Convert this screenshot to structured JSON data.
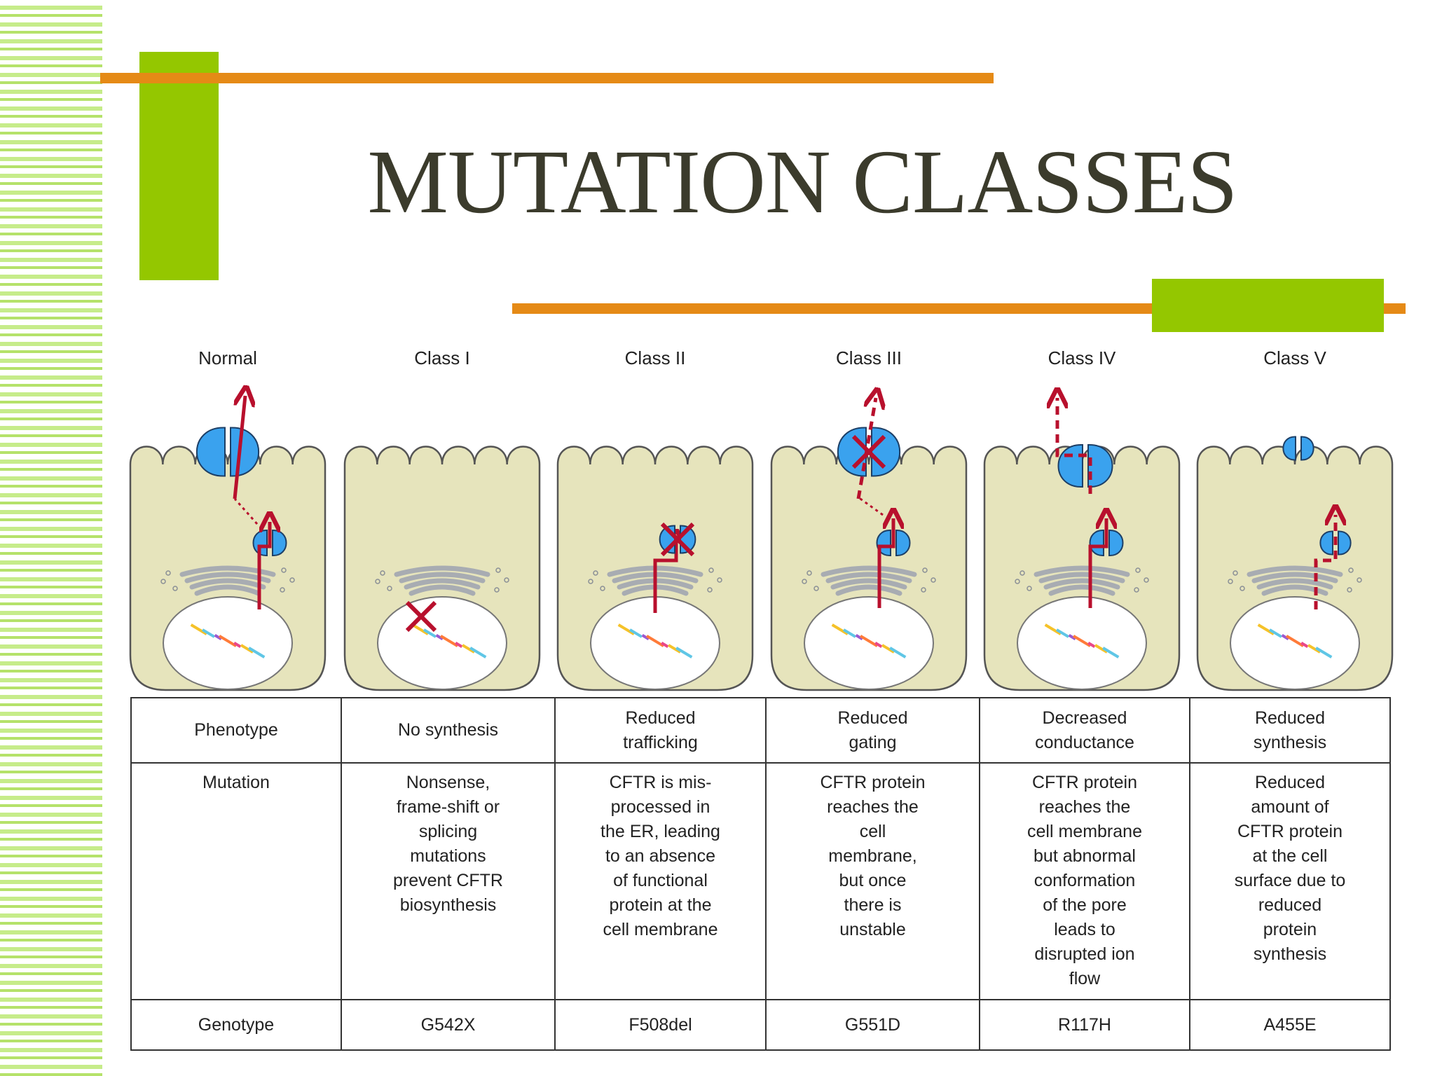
{
  "slide": {
    "title": "MUTATION CLASSES"
  },
  "colors": {
    "cell_fill": "#e6e4bc",
    "cell_stroke": "#555555",
    "protein_blue": "#3aa2ee",
    "arrow_red": "#b8102d",
    "nucleus_fill": "#ffffff",
    "golgi_gray": "#a8acb2",
    "accent_green": "#94c700",
    "accent_orange": "#e58a16"
  },
  "columns": [
    "Normal",
    "Class I",
    "Class II",
    "Class III",
    "Class IV",
    "Class V"
  ],
  "table": {
    "phenotype_label": "Phenotype",
    "mutation_label": "Mutation",
    "genotype_label": "Genotype",
    "phenotype": [
      "No synthesis",
      "Reduced\ntrafficking",
      "Reduced\ngating",
      "Decreased\nconductance",
      "Reduced\nsynthesis"
    ],
    "mutation": [
      "Nonsense,\nframe-shift or\nsplicing\nmutations\nprevent CFTR\nbiosynthesis",
      "CFTR is mis-\nprocessed in\nthe ER, leading\nto an absence\nof functional\nprotein at the\ncell membrane",
      "CFTR protein\nreaches the\ncell\nmembrane,\nbut once\nthere is\nunstable",
      "CFTR protein\nreaches the\ncell membrane\nbut abnormal\nconformation\nof the pore\nleads to\ndisrupted ion\nflow",
      "Reduced\namount of\nCFTR protein\nat the cell\nsurface due to\nreduced\nprotein\nsynthesis"
    ],
    "genotype": [
      "G542X",
      "F508del",
      "G551D",
      "R117H",
      "A455E"
    ]
  }
}
